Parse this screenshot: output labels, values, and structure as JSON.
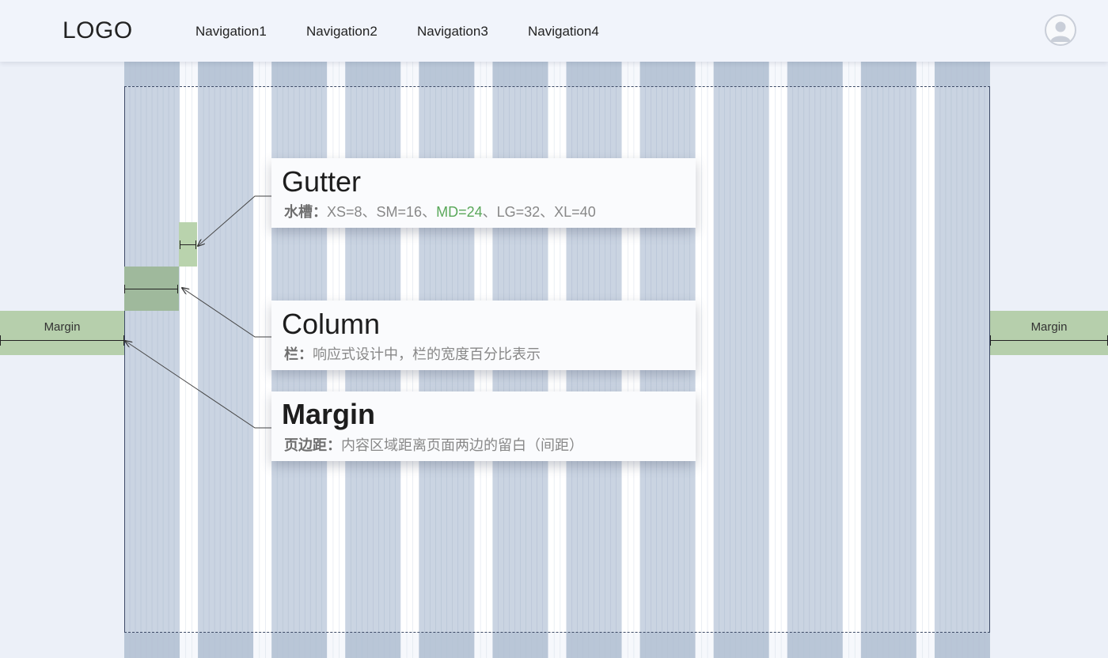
{
  "header": {
    "logo": "LOGO",
    "nav": [
      "Navigation1",
      "Navigation2",
      "Navigation3",
      "Navigation4"
    ],
    "avatar_icon": "user-avatar-icon"
  },
  "annotations": {
    "gutter": {
      "title": "Gutter",
      "label": "水槽：",
      "text_before": "XS=8、SM=16、",
      "highlight": "MD=24",
      "text_after": "、LG=32、XL=40"
    },
    "column": {
      "title": "Column",
      "label": "栏：",
      "text": "响应式设计中，栏的宽度百分比表示"
    },
    "margin": {
      "title": "Margin",
      "label": "页边距：",
      "text": "内容区域距离页面两边的留白（间距）"
    }
  },
  "margin_labels": {
    "left": "Margin",
    "right": "Margin"
  },
  "grid": {
    "columns": 12
  },
  "colors": {
    "background": "#ecf0f8",
    "column": "#cad4e2",
    "column_line": "#b5c2d4",
    "gutter": "#ffffff",
    "margin": "#b6cfac",
    "highlight_green": "#5aa85a"
  }
}
